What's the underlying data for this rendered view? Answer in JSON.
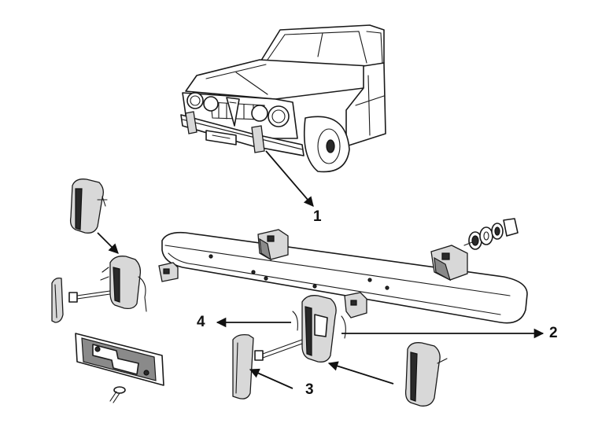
{
  "callouts": {
    "c1": "1",
    "c2": "2",
    "c3": "3",
    "c4": "4"
  },
  "colors": {
    "ink": "#1a1a1a",
    "background": "#ffffff"
  }
}
